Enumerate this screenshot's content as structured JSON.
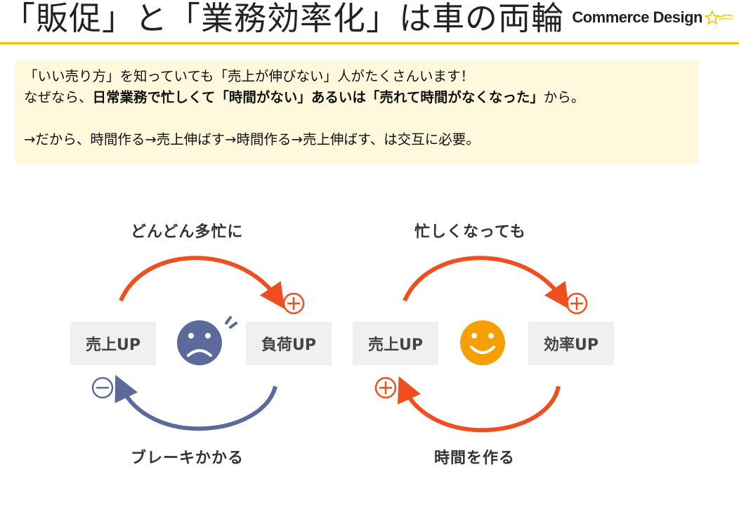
{
  "header": {
    "title": "「販促」と「業務効率化」は車の両輪",
    "brand": "Commerce Design"
  },
  "note": {
    "line1": "「いい売り方」を知っていても「売上が伸びない」人がたくさんいます！",
    "line2_a": "なぜなら、",
    "line2_b": "日常業務で忙しくて「時間がない」あるいは「売れて時間がなくなった」",
    "line2_c": "から。",
    "line3": "→だから、時間作る→売上伸ばす→時間作る→売上伸ばす、は交互に必要。"
  },
  "left_cycle": {
    "top_label": "どんどん多忙に",
    "left_box": "売上UP",
    "right_box": "負荷UP",
    "bottom_label": "ブレーキかかる",
    "face": "sad-face-icon",
    "plus_sign": "plus-circle-icon",
    "minus_sign": "minus-circle-icon"
  },
  "right_cycle": {
    "top_label": "忙しくなっても",
    "left_box": "売上UP",
    "right_box": "効率UP",
    "bottom_label": "時間を作る",
    "face": "smiley-face-icon",
    "plus_sign_top": "plus-circle-icon",
    "plus_sign_bottom": "plus-circle-icon"
  },
  "colors": {
    "accent_rule": "#f2c200",
    "note_bg": "#fff8dc",
    "orange_arrow": "#f04e1e",
    "blue_arrow": "#5b6a9a",
    "sad_face": "#5b6a9a",
    "smiley_face": "#f5a000",
    "box_bg": "#f0f0f0"
  }
}
